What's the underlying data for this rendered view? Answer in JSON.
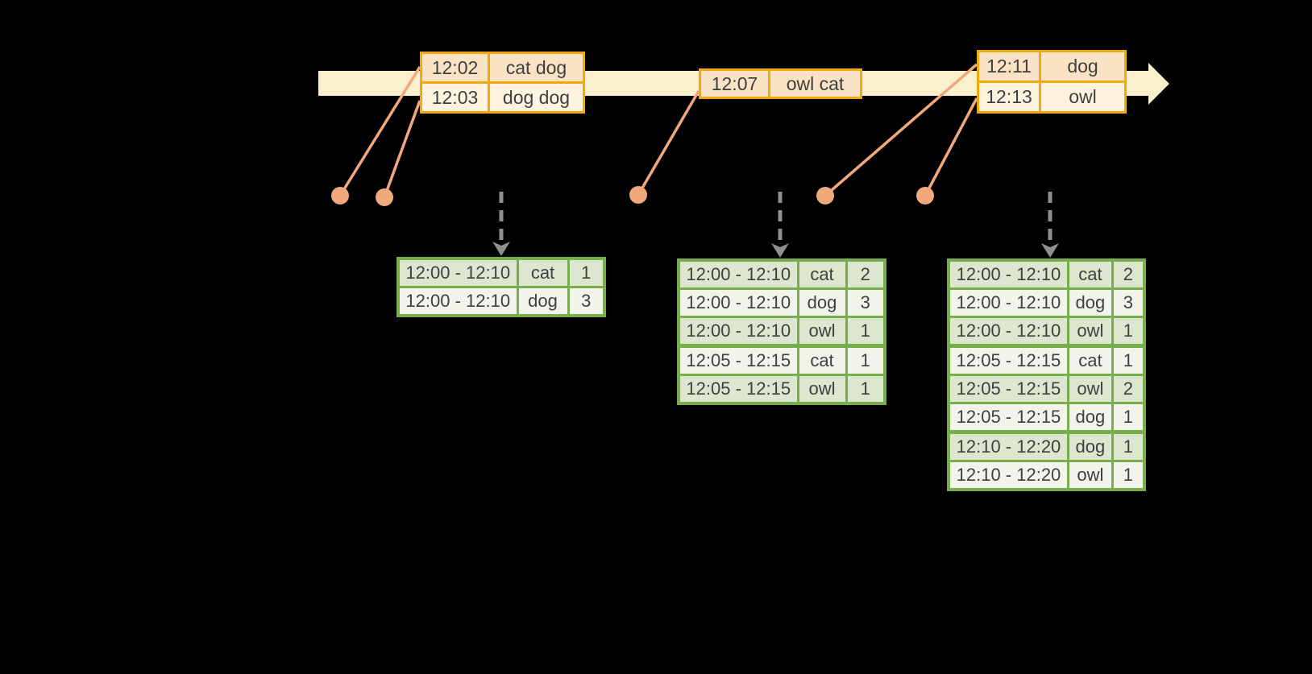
{
  "palette": {
    "background": "#000000",
    "timeline_fill": "#FBF0CE",
    "event_table_border": "#F2A90B",
    "event_row_dark": "#FAE3C5",
    "event_row_light": "#FDF3DF",
    "connector_and_dots": "#F0A87C",
    "result_table_border": "#77AD4B",
    "result_row_dark": "#DDE7CF",
    "result_row_light": "#F0F4EB",
    "trigger_arrow": "#8F8F8F",
    "text": "#3F3F3F"
  },
  "event_tables": [
    {
      "rows": [
        {
          "time": "12:02",
          "words": "cat dog"
        },
        {
          "time": "12:03",
          "words": "dog dog"
        }
      ]
    },
    {
      "rows": [
        {
          "time": "12:07",
          "words": "owl cat"
        }
      ]
    },
    {
      "rows": [
        {
          "time": "12:11",
          "words": "dog"
        },
        {
          "time": "12:13",
          "words": "owl"
        }
      ]
    }
  ],
  "result_tables": [
    {
      "rows": [
        {
          "window": "12:00 - 12:10",
          "word": "cat",
          "count": "1"
        },
        {
          "window": "12:00 - 12:10",
          "word": "dog",
          "count": "3"
        }
      ]
    },
    {
      "rows": [
        {
          "window": "12:00 - 12:10",
          "word": "cat",
          "count": "2"
        },
        {
          "window": "12:00 - 12:10",
          "word": "dog",
          "count": "3"
        },
        {
          "window": "12:00 - 12:10",
          "word": "owl",
          "count": "1"
        },
        {
          "window": "12:05 - 12:15",
          "word": "cat",
          "count": "1"
        },
        {
          "window": "12:05 - 12:15",
          "word": "owl",
          "count": "1"
        }
      ]
    },
    {
      "rows": [
        {
          "window": "12:00 - 12:10",
          "word": "cat",
          "count": "2"
        },
        {
          "window": "12:00 - 12:10",
          "word": "dog",
          "count": "3"
        },
        {
          "window": "12:00 - 12:10",
          "word": "owl",
          "count": "1"
        },
        {
          "window": "12:05 - 12:15",
          "word": "cat",
          "count": "1"
        },
        {
          "window": "12:05 - 12:15",
          "word": "owl",
          "count": "2"
        },
        {
          "window": "12:05 - 12:15",
          "word": "dog",
          "count": "1"
        },
        {
          "window": "12:10 - 12:20",
          "word": "dog",
          "count": "1"
        },
        {
          "window": "12:10 - 12:20",
          "word": "owl",
          "count": "1"
        }
      ]
    }
  ]
}
